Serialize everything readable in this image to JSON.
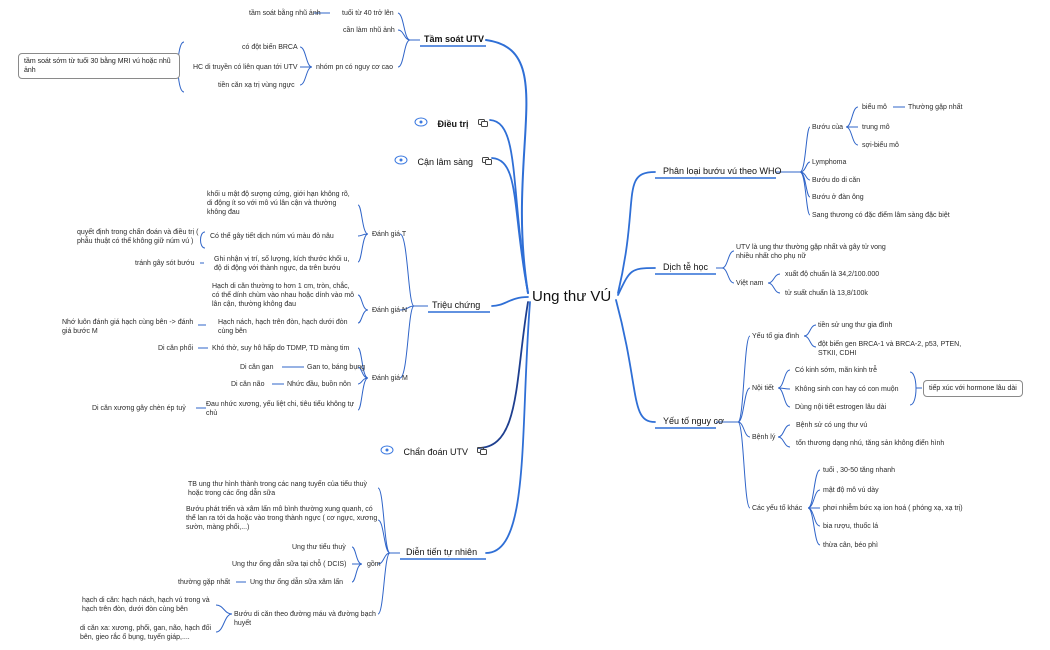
{
  "center": "Ung thư VÚ",
  "right": {
    "who": {
      "title": "Phân loại bướu vú theo WHO",
      "buou_cua": "Bướu của",
      "bieu_mo": "biểu mô",
      "thuong_gap": "Thường gặp nhất",
      "trung_mo": "trung mô",
      "soi_bieu_mo": "sợi-biểu mô",
      "lymphoma": "Lymphoma",
      "di_can": "Bướu do di căn",
      "dan_ong": "Bướu ở đàn ông",
      "sang_thuong": "Sang thương có đặc điểm lâm sàng đặc biệt"
    },
    "dich_te": {
      "title": "Dịch tễ học",
      "utv": "UTV là ung thư thường gặp nhất và gây tử vong nhiều nhất cho phụ nữ",
      "vietnam": "Việt nam",
      "xuat_do": "xuất độ chuẩn là 34,2/100.000",
      "tu_suat": "tử suất chuẩn là 13,8/100k"
    },
    "nguy_co": {
      "title": "Yếu tố nguy cơ",
      "gia_dinh": "Yếu tố gia đình",
      "tien_su": "tiền sử ung thư gia đình",
      "dot_bien": "đột biến gen BRCA-1 và BRCA-2, p53, PTEN, STKII, CDHI",
      "noi_tiet": "Nội tiết",
      "kinh_som": "Có kinh sớm, mãn kinh trễ",
      "khong_sinh": "Không sinh con hay có con muộn",
      "estrogen": "Dùng nội tiết estrogen lâu dài",
      "hormone": "tiếp xúc với hormone lâu dài",
      "benh_ly": "Bệnh lý",
      "benh_su": "Bệnh sử có ung thư vú",
      "ton_thuong": "tổn thương dạng nhú, tăng sản không điển hình",
      "khac": "Các yếu tố khác",
      "tuoi": "tuổi , 30-50 tăng nhanh",
      "mat_do": "mật độ mô vú dày",
      "phoi_nhiem": "phơi nhiễm bức xạ ion hoá ( phóng xạ, xạ trị)",
      "bia_ruou": "bia rượu, thuốc lá",
      "thua_can": "thừa cân, béo phì"
    }
  },
  "left": {
    "tam_soat": {
      "title": "Tầm soát UTV",
      "nhu_anh": "tầm soát bằng nhũ ảnh",
      "tuoi40": "tuổi từ 40 trở lên",
      "can_lam": "cần làm nhũ ảnh",
      "brca": "có đột biến BRCA",
      "hc_di_truyen": "HC di truyền có liên quan tới UTV",
      "xa_tri": "tiền căn xạ trị vùng ngực",
      "nguy_co_cao": "nhóm pn có nguy cơ cao",
      "mri": "tầm soát sớm từ tuổi 30 bằng MRI vú hoặc nhũ ảnh"
    },
    "dieu_tri": "Điều trị",
    "can_lam_sang": "Cận lâm sàng",
    "trieu_chung": {
      "title": "Triệu chứng",
      "danh_gia_t": "Đánh giá T",
      "khoi_u": "khối u mật độ sượng cứng, giới hạn không rõ, di động ít so với mô vú lân cận và thường không đau",
      "sinh_thiet": "Có thể gây tiết dịch núm vú màu đỏ nâu",
      "quyet_dinh": "quyết định trong chẩn đoán và điều trị ( phẫu thuật có thể không giữ núm vú )",
      "ghi_nhan": "Ghi nhận vị trí, số lượng, kích thước khối u, độ di động với thành ngực, da trên bướu",
      "tranh_bo_sot": "tránh gây sót bướu",
      "danh_gia_n": "Đánh giá N",
      "hach_di_can": "Hạch di căn thường to hơn 1 cm, tròn, chắc, có thể dính chùm vào nhau hoặc dính vào mô lân cận, thường không đau",
      "hach_nach": "Hạch nách, hạch trên đòn, hạch dưới đòn cùng bên",
      "nho_luon": "Nhớ luôn đánh giá hạch cùng bên -> đánh giá bước M",
      "danh_gia_m": "Đánh giá M",
      "di_can_phoi": "Di căn phổi",
      "kho_tho": "Khó thở, suy hô hấp do TDMP, TD màng tim",
      "di_can_gan": "Di căn gan",
      "gan_to": "Gan to, báng bụng",
      "di_can_nao": "Di căn não",
      "nhuc_dau": "Nhức đầu, buồn nôn",
      "dau_nhuc": "Đau nhức xương, yếu liệt chi, tiêu tiểu không tự chủ",
      "di_can_xuong": "Di căn xương gây chèn ép tuỷ"
    },
    "chan_doan": "Chẩn đoán UTV",
    "dien_tien": {
      "title": "Diễn tiến tự nhiên",
      "tb_ung_thu": "TB ung thư hình thành trong các nang tuyến của tiểu thuỳ hoặc trong các ống dẫn sữa",
      "buou_phat_trien": "Bướu phát triển và xâm lấn mô bình thường xung quanh, có thể lan ra tới da hoặc vào trong thành ngực ( cơ ngực, xương sườn, màng phổi,...)",
      "gom": "gồm",
      "tieu_thuy": "Ung thư tiểu thuỳ",
      "ong_dan_tai_cho": "Ung thư ống dẫn sữa tại chỗ ( DCIS)",
      "ong_dan_xam_lan": "Ung thư ống dẫn sữa xâm lấn",
      "thuong_gap": "thường gặp nhất",
      "buou_di_can": "Bướu di căn theo đường máu và đường bạch huyết",
      "hach_di_can": "hạch di căn: hạch nách, hạch vú trong và hạch trên đòn, dưới đòn cùng bên",
      "di_can_xa": "di căn xa: xương, phổi, gan, não, hạch đối bên, gieo rắc ổ bụng, tuyến giáp,...."
    }
  },
  "colors": {
    "branch": "#2f6fd6",
    "branch_dark": "#1e3f8f",
    "thin": "#2f64c8",
    "icon": "#3a78e0"
  }
}
